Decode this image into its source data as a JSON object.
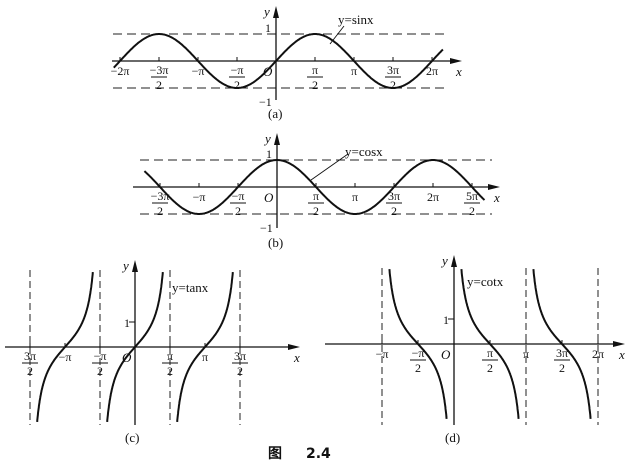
{
  "figure_caption": {
    "prefix": "图",
    "number": "2.4"
  },
  "panels": [
    {
      "id": "a",
      "caption": "(a)",
      "function": "sin",
      "curve_label": "y=sinx",
      "axis_x": "x",
      "axis_y": "y",
      "origin": "O",
      "y_ticks": [
        {
          "value": 1,
          "label": "1"
        },
        {
          "value": -1,
          "label": "−1"
        }
      ],
      "x_ticks": [
        {
          "value_pi": -2,
          "num": "−2π",
          "den": ""
        },
        {
          "value_pi": -1.5,
          "num": "−3π",
          "den": "2"
        },
        {
          "value_pi": -1,
          "num": "−π",
          "den": ""
        },
        {
          "value_pi": -0.5,
          "num": "−π",
          "den": "2"
        },
        {
          "value_pi": 0.5,
          "num": "π",
          "den": "2"
        },
        {
          "value_pi": 1,
          "num": "π",
          "den": ""
        },
        {
          "value_pi": 1.5,
          "num": "3π",
          "den": "2"
        },
        {
          "value_pi": 2,
          "num": "2π",
          "den": ""
        }
      ]
    },
    {
      "id": "b",
      "caption": "(b)",
      "function": "cos",
      "curve_label": "y=cosx",
      "axis_x": "x",
      "axis_y": "y",
      "origin": "O",
      "y_ticks": [
        {
          "value": 1,
          "label": "1"
        },
        {
          "value": -1,
          "label": "−1"
        }
      ],
      "x_ticks": [
        {
          "value_pi": -1.5,
          "num": "−3π",
          "den": "2"
        },
        {
          "value_pi": -1,
          "num": "−π",
          "den": ""
        },
        {
          "value_pi": -0.5,
          "num": "−π",
          "den": "2"
        },
        {
          "value_pi": 0.5,
          "num": "π",
          "den": "2"
        },
        {
          "value_pi": 1,
          "num": "π",
          "den": ""
        },
        {
          "value_pi": 1.5,
          "num": "3π",
          "den": "2"
        },
        {
          "value_pi": 2,
          "num": "2π",
          "den": ""
        },
        {
          "value_pi": 2.5,
          "num": "5π",
          "den": "2"
        }
      ]
    },
    {
      "id": "c",
      "caption": "(c)",
      "function": "tan",
      "curve_label": "y=tanx",
      "axis_x": "x",
      "axis_y": "y",
      "origin": "O",
      "y_ticks": [
        {
          "value": 1,
          "label": "1"
        }
      ],
      "x_ticks": [
        {
          "value_pi": -1.5,
          "num": "3π",
          "den": "2"
        },
        {
          "value_pi": -1,
          "num": "−π",
          "den": ""
        },
        {
          "value_pi": -0.5,
          "num": "−π",
          "den": "2"
        },
        {
          "value_pi": 0.5,
          "num": "π",
          "den": "2"
        },
        {
          "value_pi": 1,
          "num": "π",
          "den": ""
        },
        {
          "value_pi": 1.5,
          "num": "3π",
          "den": "2"
        }
      ],
      "asymptotes_pi": [
        -1.5,
        -0.5,
        0.5,
        1.5
      ]
    },
    {
      "id": "d",
      "caption": "(d)",
      "function": "cot",
      "curve_label": "y=cotx",
      "axis_x": "x",
      "axis_y": "y",
      "origin": "O",
      "y_ticks": [
        {
          "value": 1,
          "label": "1"
        }
      ],
      "x_ticks": [
        {
          "value_pi": -1,
          "num": "−π",
          "den": ""
        },
        {
          "value_pi": -0.5,
          "num": "−π",
          "den": "2"
        },
        {
          "value_pi": 0.5,
          "num": "π",
          "den": "2"
        },
        {
          "value_pi": 1,
          "num": "π",
          "den": ""
        },
        {
          "value_pi": 1.5,
          "num": "3π",
          "den": "2"
        },
        {
          "value_pi": 2,
          "num": "2π",
          "den": ""
        }
      ],
      "asymptotes_pi": [
        -1,
        1,
        2
      ]
    }
  ]
}
